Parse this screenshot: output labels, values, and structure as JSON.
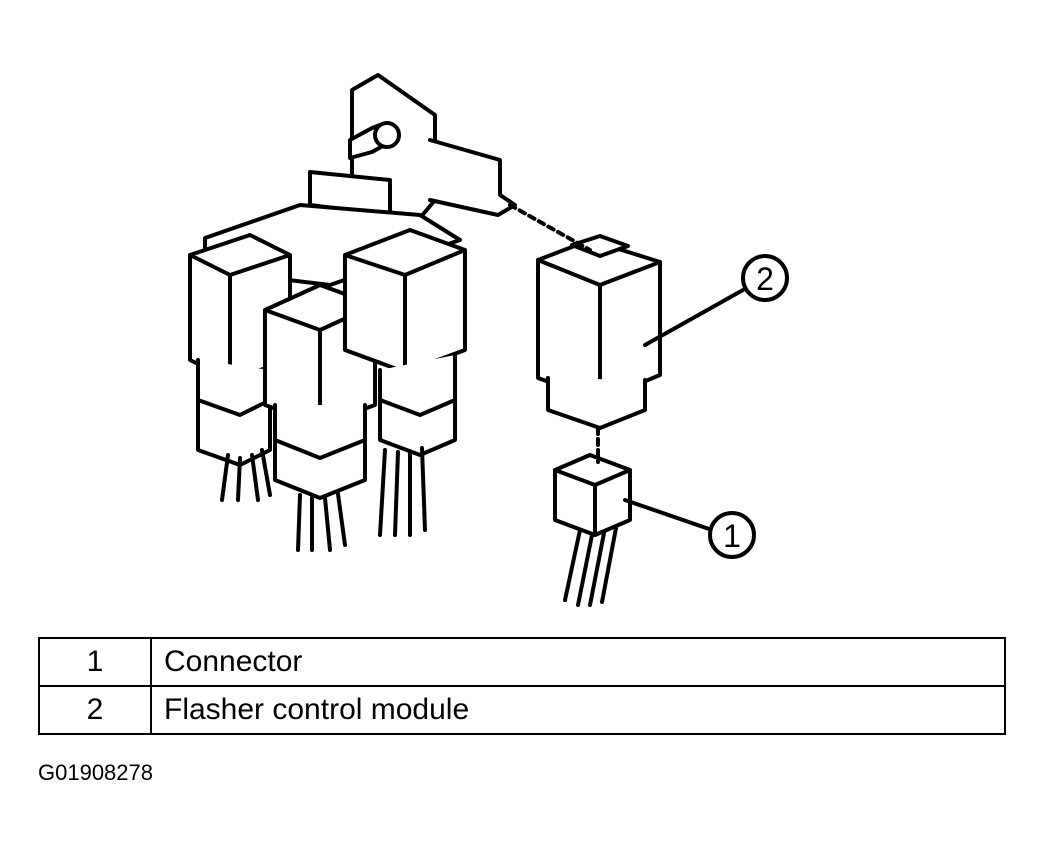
{
  "callouts": [
    {
      "number": "1"
    },
    {
      "number": "2"
    }
  ],
  "legend": [
    {
      "number": "1",
      "description": "Connector"
    },
    {
      "number": "2",
      "description": "Flasher control module"
    }
  ],
  "figure_id": "G01908278"
}
